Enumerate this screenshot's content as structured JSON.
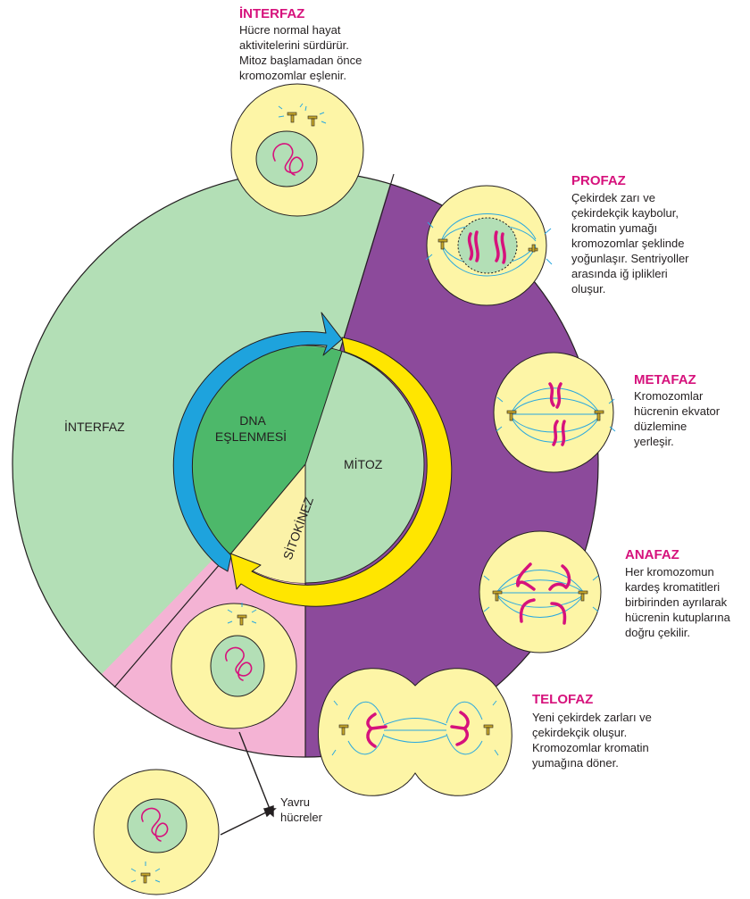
{
  "colors": {
    "interphase_sector": "#b3dfb6",
    "mitosis_sector": "#8c4a9b",
    "cytokinesis_sector": "#f4b3d4",
    "dna_replication_inner": "#4db86a",
    "arrow_blue": "#1ea3dd",
    "arrow_yellow": "#ffe600",
    "cell_fill": "#fdf5a6",
    "nucleus_fill": "#b3dfb6",
    "chromosome": "#d6127c",
    "spindle": "#29a8df",
    "centriole": "#c8a82a",
    "title_pink": "#d6127c"
  },
  "cycle": {
    "interphase_label": "İNTERFAZ",
    "mitosis_label": "MİTOZ",
    "dna_line1": "DNA",
    "dna_line2": "EŞLENMESİ",
    "cytokinesis_label": "SİTOKİNEZ"
  },
  "phases": {
    "interphase": {
      "title": "İNTERFAZ",
      "lines": [
        "Hücre normal hayat",
        "aktivitelerini sürdürür.",
        "Mitoz başlamadan önce",
        "kromozomlar eşlenir."
      ]
    },
    "prophase": {
      "title": "PROFAZ",
      "lines": [
        "Çekirdek zarı ve",
        "çekirdekçik kaybolur,",
        "kromatin yumağı",
        "kromozomlar şeklinde",
        "yoğunlaşır. Sentriyoller",
        "arasında iğ iplikleri",
        "oluşur."
      ]
    },
    "metaphase": {
      "title": "METAFAZ",
      "lines": [
        "Kromozomlar",
        "hücrenin ekvator",
        "düzlemine",
        "yerleşir."
      ]
    },
    "anaphase": {
      "title": "ANAFAZ",
      "lines": [
        "Her kromozomun",
        "kardeş kromatitleri",
        "birbirinden ayrılarak",
        "hücrenin kutuplarına",
        "doğru çekilir."
      ]
    },
    "telophase": {
      "title": "TELOFAZ",
      "lines": [
        "Yeni çekirdek zarları ve",
        "çekirdekçik oluşur.",
        "Kromozomlar kromatin",
        "yumağına döner."
      ]
    }
  },
  "daughter_cells": {
    "line1": "Yavru",
    "line2": "hücreler"
  }
}
